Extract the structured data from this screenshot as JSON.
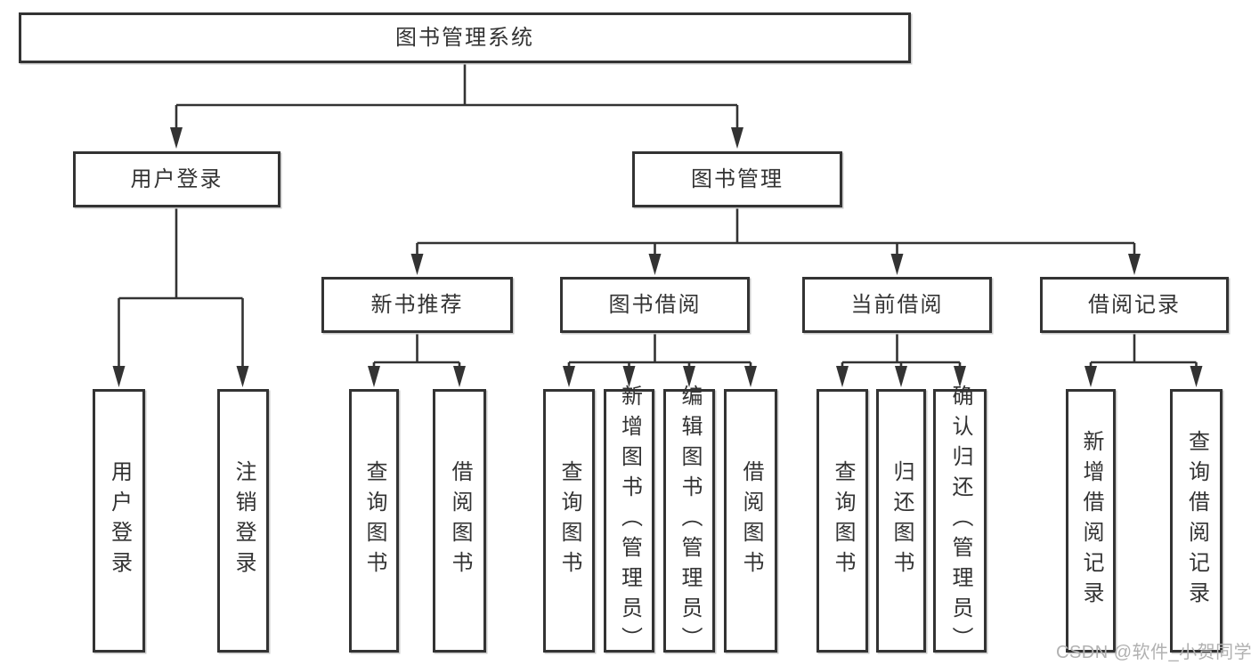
{
  "tree": {
    "root": {
      "label": "图书管理系统"
    },
    "branches": [
      {
        "label": "用户登录",
        "children": [
          {
            "label": "用户登录"
          },
          {
            "label": "注销登录"
          }
        ]
      },
      {
        "label": "图书管理",
        "children": [
          {
            "label": "新书推荐",
            "children": [
              {
                "label": "查询图书"
              },
              {
                "label": "借阅图书"
              }
            ]
          },
          {
            "label": "图书借阅",
            "children": [
              {
                "label": "查询图书"
              },
              {
                "label": "新增图书（管理员）"
              },
              {
                "label": "编辑图书（管理员）"
              },
              {
                "label": "借阅图书"
              }
            ]
          },
          {
            "label": "当前借阅",
            "children": [
              {
                "label": "查询图书"
              },
              {
                "label": "归还图书"
              },
              {
                "label": "确认归还（管理员）"
              }
            ]
          },
          {
            "label": "借阅记录",
            "children": [
              {
                "label": "新增借阅记录"
              },
              {
                "label": "查询借阅记录"
              }
            ]
          }
        ]
      }
    ]
  },
  "watermark": "CSDN @软件_小贺同学",
  "colors": {
    "line": "#333333",
    "box_border": "#333333",
    "text": "#333333",
    "watermark": "#b1b1b1",
    "background": "#ffffff"
  }
}
